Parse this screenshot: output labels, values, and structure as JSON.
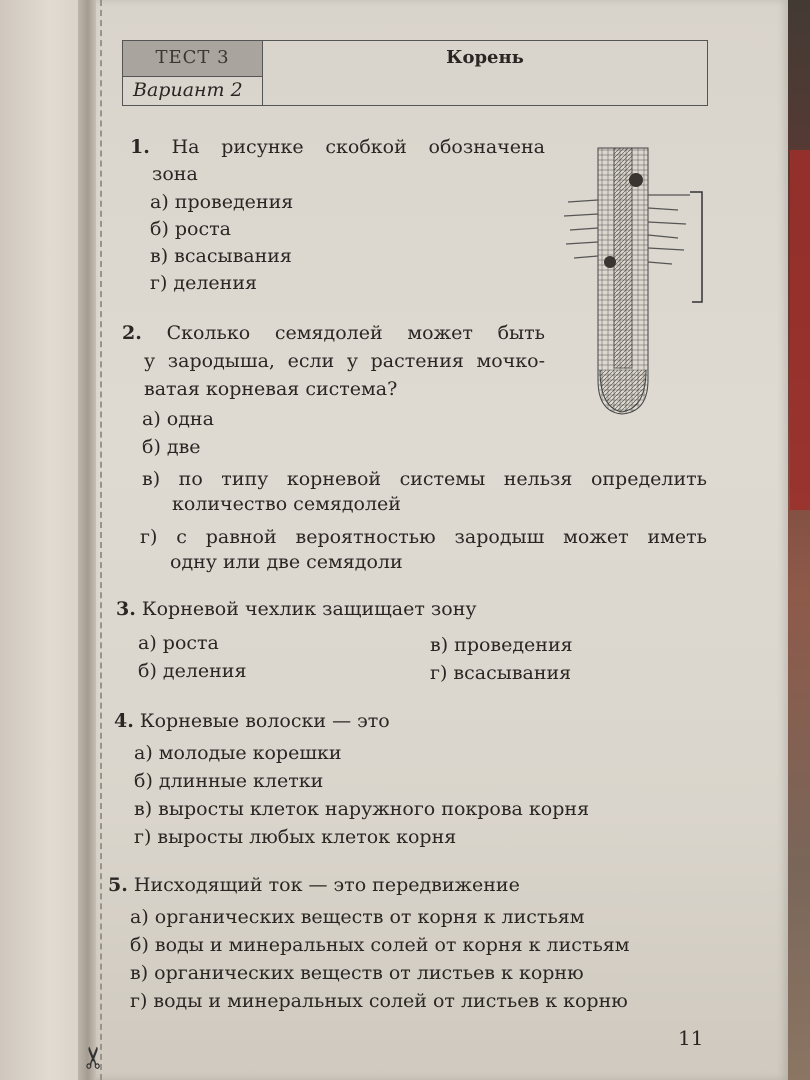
{
  "header": {
    "test_label": "ТЕСТ 3",
    "variant_label": "Вариант 2",
    "title": "Корень"
  },
  "questions": [
    {
      "num": "1.",
      "text_line1": "На рисунке скобкой обозначена",
      "text_line2": "зона",
      "options": [
        "а) проведения",
        "б) роста",
        "в) всасывания",
        "г) деления"
      ]
    },
    {
      "num": "2.",
      "text_line1": "Сколько семядолей может быть",
      "text_line2": "у зародыша, если у растения мочко-",
      "text_line3": "ватая корневая система?",
      "options": [
        "а) одна",
        "б) две",
        "в) по типу корневой системы нельзя определить",
        "количество семядолей",
        "г) с равной вероятностью зародыш может иметь",
        "одну или две семядоли"
      ]
    },
    {
      "num": "3.",
      "text": "Корневой чехлик защищает зону",
      "options": [
        "а) роста",
        "б) деления",
        "в) проведения",
        "г) всасывания"
      ]
    },
    {
      "num": "4.",
      "text": "Корневые волоски — это",
      "options": [
        "а) молодые корешки",
        "б) длинные клетки",
        "в) выросты клеток наружного покрова корня",
        "г) выросты любых клеток корня"
      ]
    },
    {
      "num": "5.",
      "text": "Нисходящий ток — это передвижение",
      "options": [
        "а) органических веществ от корня к листьям",
        "б) воды и минеральных солей от корня к листьям",
        "в) органических веществ от листьев к корню",
        "г) воды и минеральных солей от листьев к корню"
      ]
    }
  ],
  "page_number": "11",
  "icons": {
    "figure": "root-diagram-icon",
    "cut": "scissors-icon"
  }
}
